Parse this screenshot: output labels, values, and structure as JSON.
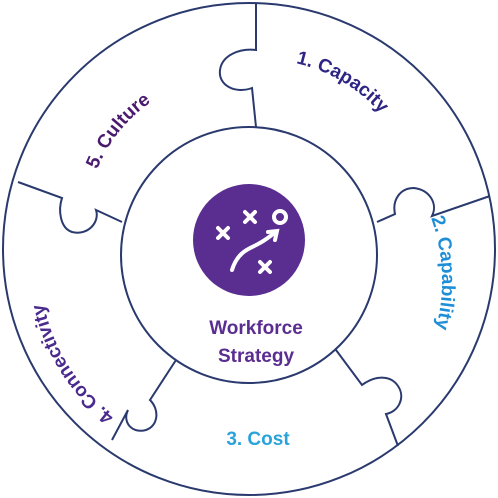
{
  "diagram": {
    "center": {
      "lines": [
        "Workforce",
        "Strategy"
      ],
      "icon": "strategy-play-icon",
      "color": "#5a2d91"
    },
    "segments": [
      {
        "label": "1. Capacity",
        "color": "#2e2585"
      },
      {
        "label": "2. Capability",
        "color": "#1e8fd6"
      },
      {
        "label": "3. Cost",
        "color": "#2aa3dc"
      },
      {
        "label": "4. Connectivity",
        "color": "#4b2a8f"
      },
      {
        "label": "5. Culture",
        "color": "#4a1a6e"
      }
    ],
    "outline_color": "#2a3a6e"
  }
}
